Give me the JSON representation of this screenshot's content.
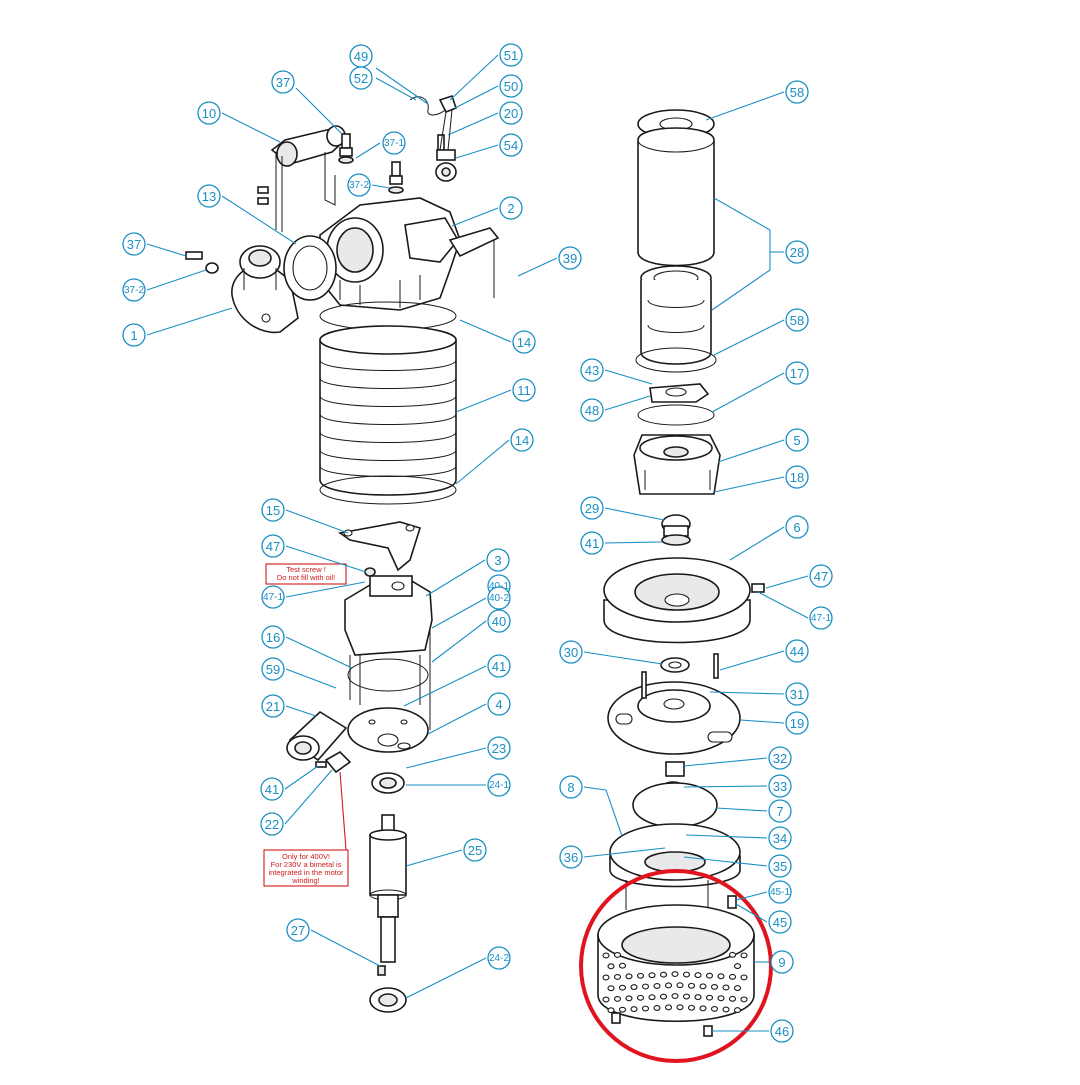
{
  "colors": {
    "callout": "#1a8fc4",
    "note": "#d11a1a",
    "highlight": "#e0141e",
    "line": "#1a1a1a"
  },
  "callouts": [
    {
      "id": "c49",
      "label": "49"
    },
    {
      "id": "c51",
      "label": "51"
    },
    {
      "id": "c52",
      "label": "52"
    },
    {
      "id": "c50",
      "label": "50"
    },
    {
      "id": "c37a",
      "label": "37"
    },
    {
      "id": "c20",
      "label": "20"
    },
    {
      "id": "c10",
      "label": "10"
    },
    {
      "id": "c37-1",
      "label": "37-1"
    },
    {
      "id": "c54",
      "label": "54"
    },
    {
      "id": "c37-2a",
      "label": "37-2"
    },
    {
      "id": "c13",
      "label": "13"
    },
    {
      "id": "c2",
      "label": "2"
    },
    {
      "id": "c37b",
      "label": "37"
    },
    {
      "id": "c39",
      "label": "39"
    },
    {
      "id": "c37-2b",
      "label": "37-2"
    },
    {
      "id": "c1",
      "label": "1"
    },
    {
      "id": "c14a",
      "label": "14"
    },
    {
      "id": "c11",
      "label": "11"
    },
    {
      "id": "c14b",
      "label": "14"
    },
    {
      "id": "c15",
      "label": "15"
    },
    {
      "id": "c47a",
      "label": "47"
    },
    {
      "id": "c3",
      "label": "3"
    },
    {
      "id": "c47-1a",
      "label": "47-1"
    },
    {
      "id": "c40-1",
      "label": "40-1"
    },
    {
      "id": "c40-2",
      "label": "40-2"
    },
    {
      "id": "c16",
      "label": "16"
    },
    {
      "id": "c40",
      "label": "40"
    },
    {
      "id": "c59",
      "label": "59"
    },
    {
      "id": "c41a",
      "label": "41"
    },
    {
      "id": "c21",
      "label": "21"
    },
    {
      "id": "c4",
      "label": "4"
    },
    {
      "id": "c23",
      "label": "23"
    },
    {
      "id": "c41b",
      "label": "41"
    },
    {
      "id": "c24-1",
      "label": "24-1"
    },
    {
      "id": "c22",
      "label": "22"
    },
    {
      "id": "c25",
      "label": "25"
    },
    {
      "id": "c27",
      "label": "27"
    },
    {
      "id": "c24-2",
      "label": "24-2"
    },
    {
      "id": "c58a",
      "label": "58"
    },
    {
      "id": "c28",
      "label": "28"
    },
    {
      "id": "c58b",
      "label": "58"
    },
    {
      "id": "c43",
      "label": "43"
    },
    {
      "id": "c17",
      "label": "17"
    },
    {
      "id": "c48",
      "label": "48"
    },
    {
      "id": "c5",
      "label": "5"
    },
    {
      "id": "c18",
      "label": "18"
    },
    {
      "id": "c29",
      "label": "29"
    },
    {
      "id": "c6",
      "label": "6"
    },
    {
      "id": "c41c",
      "label": "41"
    },
    {
      "id": "c47b",
      "label": "47"
    },
    {
      "id": "c47-1b",
      "label": "47-1"
    },
    {
      "id": "c30",
      "label": "30"
    },
    {
      "id": "c44",
      "label": "44"
    },
    {
      "id": "c31",
      "label": "31"
    },
    {
      "id": "c19",
      "label": "19"
    },
    {
      "id": "c32",
      "label": "32"
    },
    {
      "id": "c8",
      "label": "8"
    },
    {
      "id": "c33",
      "label": "33"
    },
    {
      "id": "c7",
      "label": "7"
    },
    {
      "id": "c34",
      "label": "34"
    },
    {
      "id": "c36",
      "label": "36"
    },
    {
      "id": "c35",
      "label": "35"
    },
    {
      "id": "c45-1",
      "label": "45-1"
    },
    {
      "id": "c45",
      "label": "45"
    },
    {
      "id": "c9",
      "label": "9"
    },
    {
      "id": "c46",
      "label": "46"
    }
  ],
  "notes": {
    "test_screw": [
      "Test screw !",
      "Do not fill with oil!"
    ],
    "bimetal": [
      "Only for 400V!",
      "For 230V a bimetal is",
      "integrated in the motor",
      "winding!"
    ]
  }
}
